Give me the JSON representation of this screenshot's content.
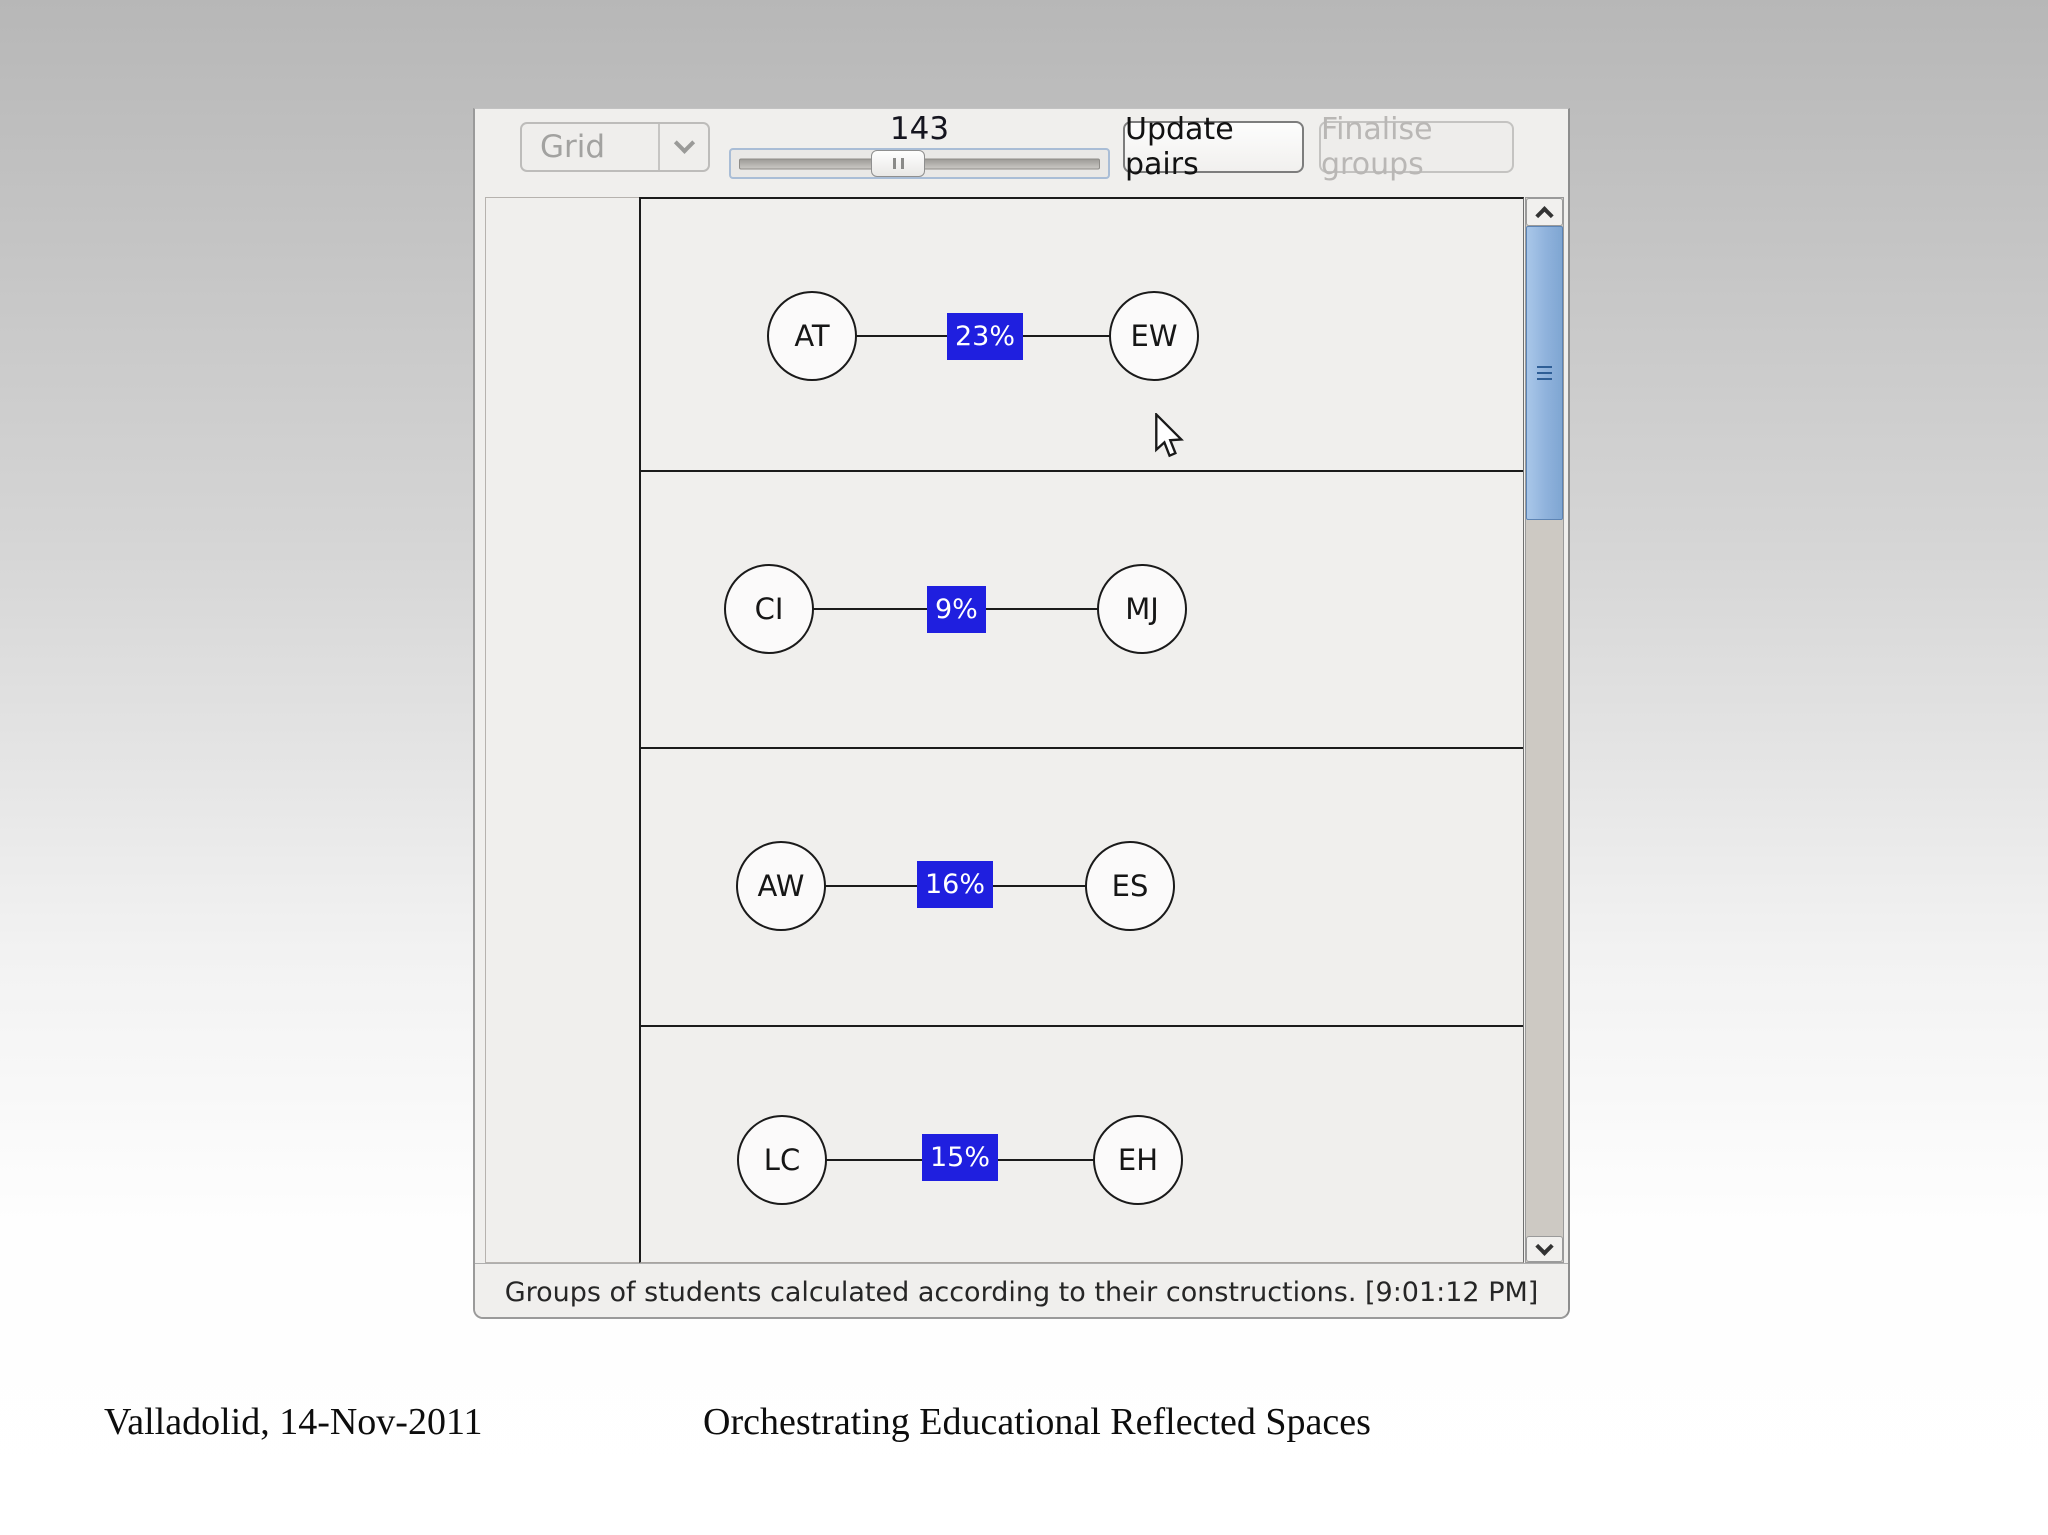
{
  "app": {
    "toolbar": {
      "grid_dropdown": {
        "value": "Grid"
      },
      "pair_slider": {
        "value": "143"
      },
      "update_pairs_button": "Update pairs",
      "finalise_groups_button": "Finalise groups"
    },
    "pairs": [
      {
        "left": "AT",
        "right": "EW",
        "similarity": "23%"
      },
      {
        "left": "CI",
        "right": "MJ",
        "similarity": "9%"
      },
      {
        "left": "AW",
        "right": "ES",
        "similarity": "16%"
      },
      {
        "left": "LC",
        "right": "EH",
        "similarity": "15%"
      }
    ],
    "status_bar": "Groups of students calculated according to their constructions. [9:01:12 PM]"
  },
  "slide_footer": {
    "date_location": "Valladolid, 14-Nov-2011",
    "title": "Orchestrating Educational Reflected Spaces"
  },
  "colors": {
    "similarity_badge": "#1f1fdf",
    "badge_text": "#ffffff",
    "scrollbar_thumb": "#8fb2dc",
    "scrollbar_thumb_border": "#5d84b4",
    "slider_border": "#a9bdd6",
    "node_border": "#1a1a1a",
    "panel_background": "#f0efed"
  },
  "icons": {
    "dropdown_arrow": "chevron-down",
    "scroll_up": "chevron-up",
    "scroll_down": "chevron-down",
    "slider_thumb_grip": "||",
    "scroll_thumb_grip": "≡",
    "cursor": "arrow-pointer"
  }
}
